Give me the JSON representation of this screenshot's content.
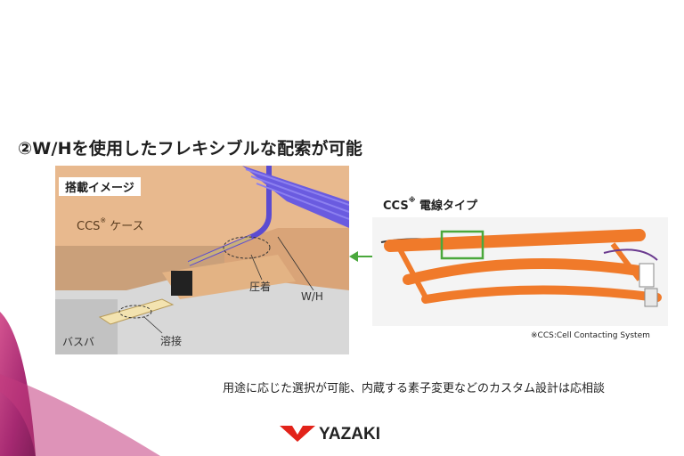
{
  "slide": {
    "title": "②W/Hを使用したフレキシブルな配索が可能",
    "illustration": {
      "tag": "搭載イメージ",
      "case_label": "CCS",
      "case_sup": "※",
      "case_suffix": " ケース",
      "press_label": "圧着",
      "wh_label": "W/H",
      "weld_label": "溶接",
      "busbar_label": "バスバ"
    },
    "ccs": {
      "title": "CCS",
      "title_sup": "※",
      "title_suffix": " 電線タイプ",
      "footnote": "※CCS:Cell Contacting System"
    },
    "bottom_text": "用途に応じた選択が可能、内蔵する素子変更などのカスタム設計は応相談",
    "logo_text": "YAZAKI",
    "colors": {
      "accent_green": "#4aa83c",
      "harness_orange": "#f07a2a",
      "wire_purple": "#5b4bd1",
      "logo_red": "#e2231a",
      "corner_magenta": "#b0206e"
    }
  }
}
